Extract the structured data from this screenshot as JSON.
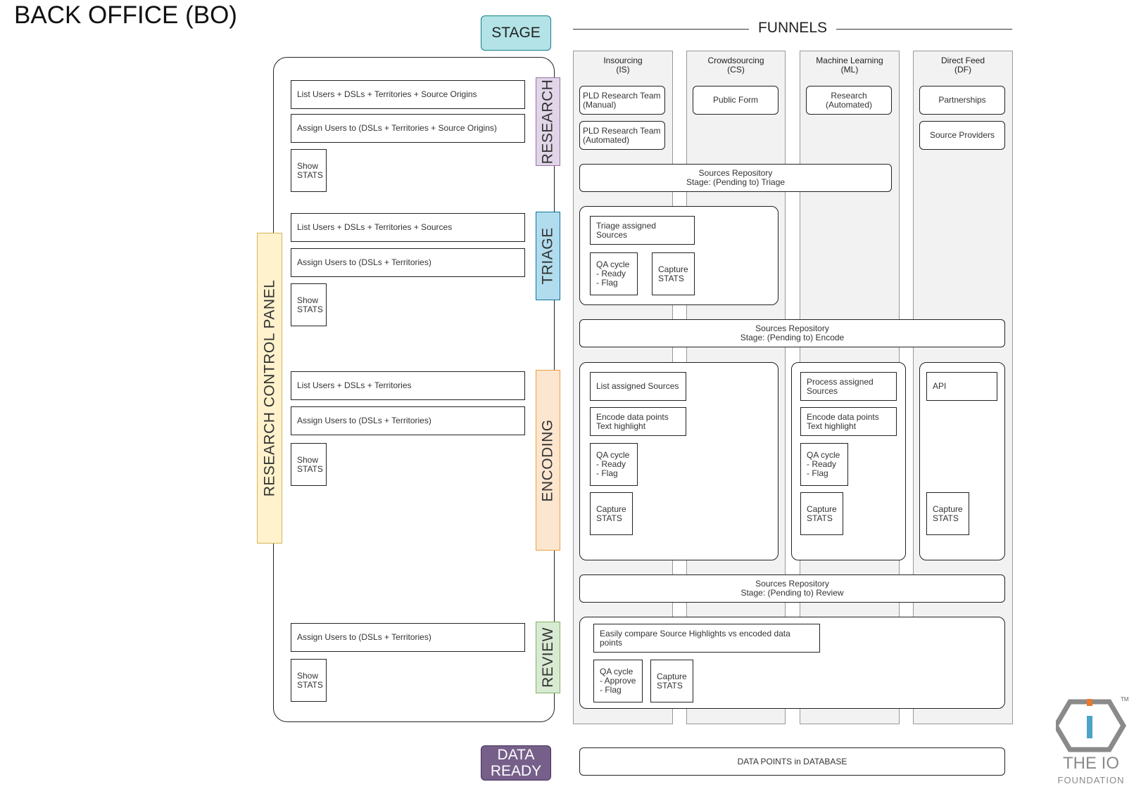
{
  "title": "BACK OFFICE (BO)",
  "stage_label": "STAGE",
  "funnels_label": "FUNNELS",
  "data_ready_label": "DATA\nREADY",
  "control_panel_label": "RESEARCH CONTROL PANEL",
  "stages": {
    "research": "RESEARCH",
    "triage": "TRIAGE",
    "encoding": "ENCODING",
    "review": "REVIEW"
  },
  "stage_colors": {
    "stage_pill": "#b3e3e6",
    "research": "#e1d5e8",
    "triage": "#b1dced",
    "encoding": "#fde6cf",
    "review": "#d9ead3",
    "control_panel": "#fff2cc",
    "data_ready": "#76608a"
  },
  "funnels": [
    {
      "name": "Insourcing\n(IS)"
    },
    {
      "name": "Crowdsourcing\n(CS)"
    },
    {
      "name": "Machine Learning\n(ML)"
    },
    {
      "name": "Direct Feed\n(DF)"
    }
  ],
  "panel": {
    "research": {
      "list": "List Users + DSLs + Territories + Source Origins",
      "assign": "Assign Users to (DSLs + Territories + Source Origins)",
      "stats": "Show\nSTATS"
    },
    "triage": {
      "list": "List Users + DSLs + Territories + Sources",
      "assign": "Assign Users to (DSLs + Territories)",
      "stats": "Show\nSTATS"
    },
    "encoding": {
      "list": "List Users + DSLs + Territories",
      "assign": "Assign Users to (DSLs + Territories)",
      "stats": "Show\nSTATS"
    },
    "review": {
      "assign": "Assign Users to (DSLs + Territories)",
      "stats": "Show\nSTATS"
    }
  },
  "research_sources": {
    "is_manual": "PLD Research Team\n(Manual)",
    "is_automated": "PLD Research Team\n(Automated)",
    "cs_public_form": "Public Form",
    "ml_research": "Research\n(Automated)",
    "df_partnerships": "Partnerships",
    "df_source_providers": "Source Providers"
  },
  "repos": {
    "triage": "Sources Repository\nStage: (Pending to) Triage",
    "encode": "Sources Repository\nStage: (Pending to) Encode",
    "review": "Sources Repository\nStage: (Pending to) Review",
    "database": "DATA POINTS in DATABASE"
  },
  "triage_group": {
    "assigned": "Triage assigned Sources",
    "qa": "QA cycle\n- Ready\n- Flag",
    "capture": "Capture\nSTATS"
  },
  "encoding_is_cs": {
    "list": "List assigned Sources",
    "encode": "Encode data points\nText highlight",
    "qa": "QA cycle\n- Ready\n- Flag",
    "capture": "Capture\nSTATS"
  },
  "encoding_ml": {
    "process": "Process assigned\nSources",
    "encode": "Encode data points\nText highlight",
    "qa": "QA cycle\n- Ready\n- Flag",
    "capture": "Capture\nSTATS"
  },
  "encoding_df": {
    "api": "API",
    "capture": "Capture\nSTATS"
  },
  "review_group": {
    "compare": "Easily compare Source Highlights vs encoded data\npoints",
    "qa": "QA cycle\n- Approve\n- Flag",
    "capture": "Capture\nSTATS"
  },
  "logo": {
    "name": "THE IO",
    "sub": "FOUNDATION",
    "tm": "TM",
    "accent": "#4ba3c7"
  }
}
